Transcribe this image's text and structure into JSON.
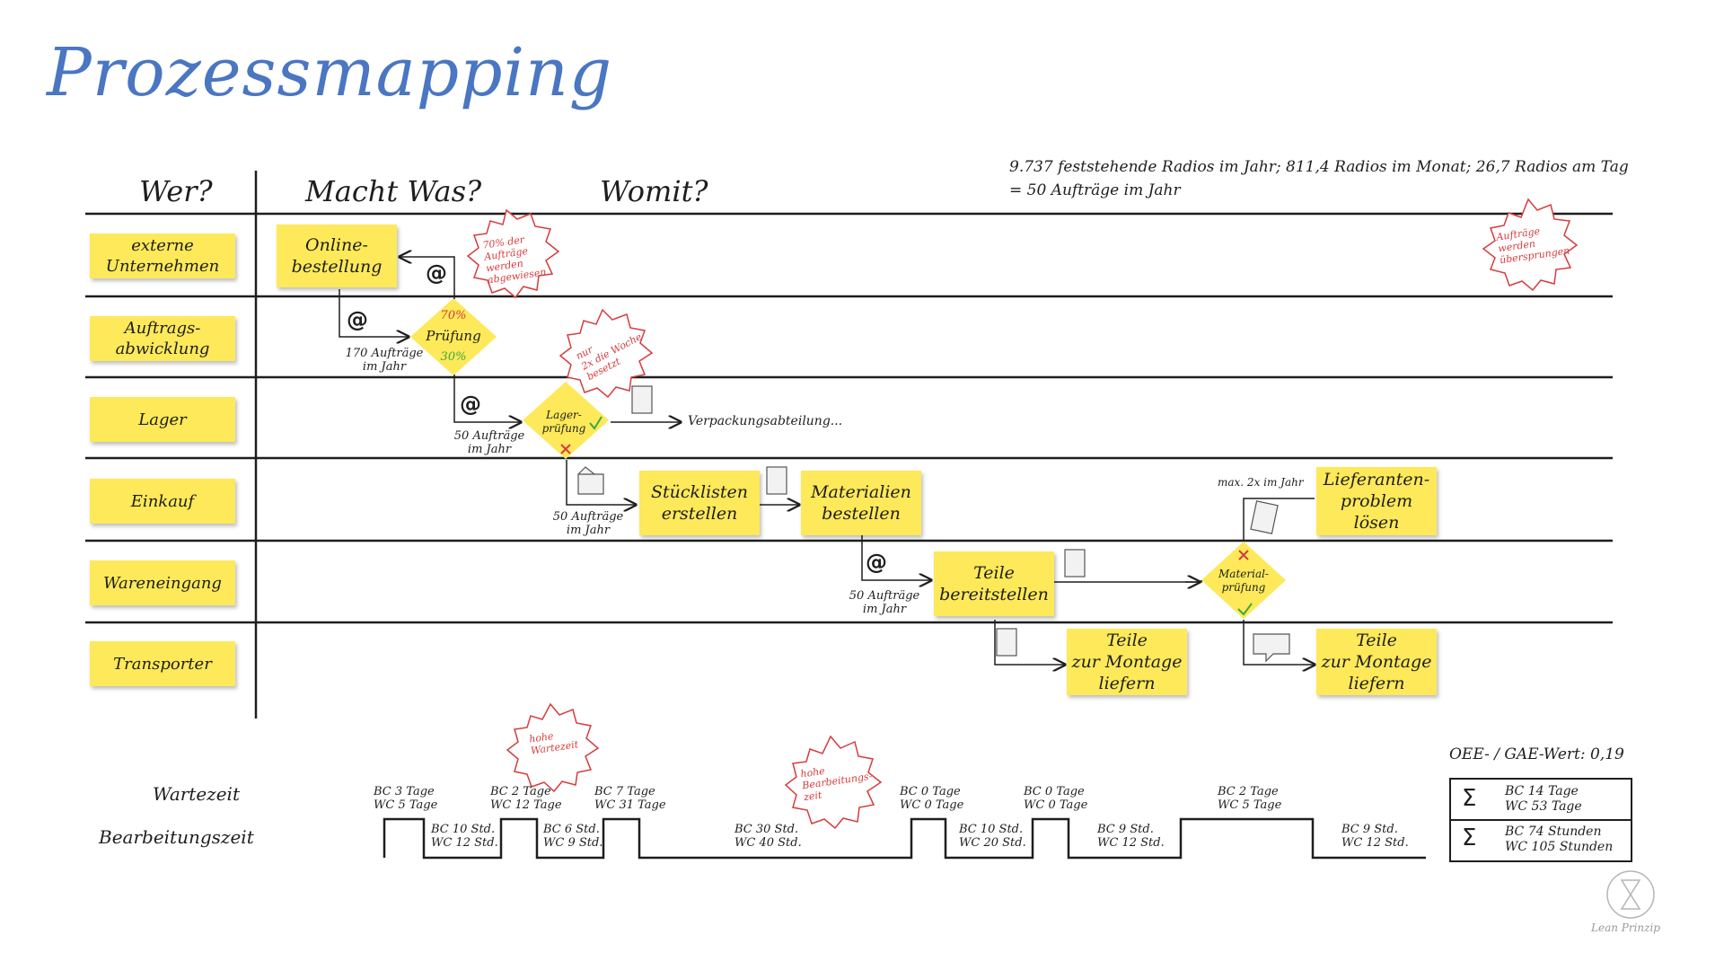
{
  "title": "Prozessmapping",
  "headers": {
    "wer": "Wer?",
    "macht": "Macht Was?",
    "womit": "Womit?"
  },
  "info": {
    "line1": "9.737 feststehende Radios im Jahr;  811,4 Radios im Monat;  26,7 Radios am Tag",
    "line2": "=  50 Aufträge im Jahr"
  },
  "roles": [
    "externe\nUnternehmen",
    "Auftrags-\nabwicklung",
    "Lager",
    "Einkauf",
    "Wareneingang",
    "Transporter"
  ],
  "process": {
    "online": "Online-\nbestellung",
    "pruefung": "Prüfung",
    "pruefung_top": "70%",
    "pruefung_bottom": "30%",
    "lagerpruefung": "Lager-\nprüfung",
    "stueckliste": "Stücklisten\nerstellen",
    "materialien": "Materialien\nbestellen",
    "teile_bereit": "Teile\nbereitstellen",
    "materialpruefung": "Material-\nprüfung",
    "lieferanten": "Lieferanten-\nproblem\nlösen",
    "teile_liefern_1": "Teile\nzur Montage\nliefern",
    "teile_liefern_2": "Teile\nzur Montage\nliefern",
    "verpackung": "Verpackungsabteilung...",
    "max_jahr": "max. 2x im Jahr"
  },
  "at_symbol": "@",
  "flow_labels": {
    "f1": "170 Aufträge\nim Jahr",
    "f2": "50 Aufträge\nim Jahr",
    "f3": "50 Aufträge\nim Jahr",
    "f4": "50 Aufträge\nim Jahr"
  },
  "bursts": {
    "b1": "70% der\nAufträge\nwerden\nabgewiesen",
    "b2": "nur\n2x die Woche\nbesetzt",
    "b3": "Aufträge\nwerden\nübersprungen",
    "b4": "hohe\nWartezeit",
    "b5": "hohe\nBearbeitungs-\nzeit"
  },
  "timeline": {
    "wartezeit_label": "Wartezeit",
    "bearbeitung_label": "Bearbeitungszeit",
    "wait": [
      "BC 3 Tage\nWC 5 Tage",
      "BC 2 Tage\nWC 12 Tage",
      "BC 7 Tage\nWC 31 Tage",
      "BC 0 Tage\nWC 0 Tage",
      "BC 0 Tage\nWC 0 Tage",
      "BC 2 Tage\nWC 5 Tage"
    ],
    "proc": [
      "BC 10 Std.\nWC 12 Std.",
      "BC 6 Std.\nWC 9 Std.",
      "BC 30 Std.\nWC 40 Std.",
      "BC 10 Std.\nWC 20 Std.",
      "BC 9 Std.\nWC 12 Std.",
      "BC 9 Std.\nWC 12 Std."
    ]
  },
  "oee": "OEE- / GAE-Wert: 0,19",
  "summary": {
    "sigma": "Σ",
    "row1": "BC 14 Tage\nWC 53 Tage",
    "row2": "BC 74 Stunden\nWC 105 Stunden"
  },
  "logo_text": "Lean Prinzip",
  "colors": {
    "sticky": "#fde959",
    "title": "#4a76c2",
    "accent_red": "#d63c3c",
    "green": "#3ea83e"
  }
}
